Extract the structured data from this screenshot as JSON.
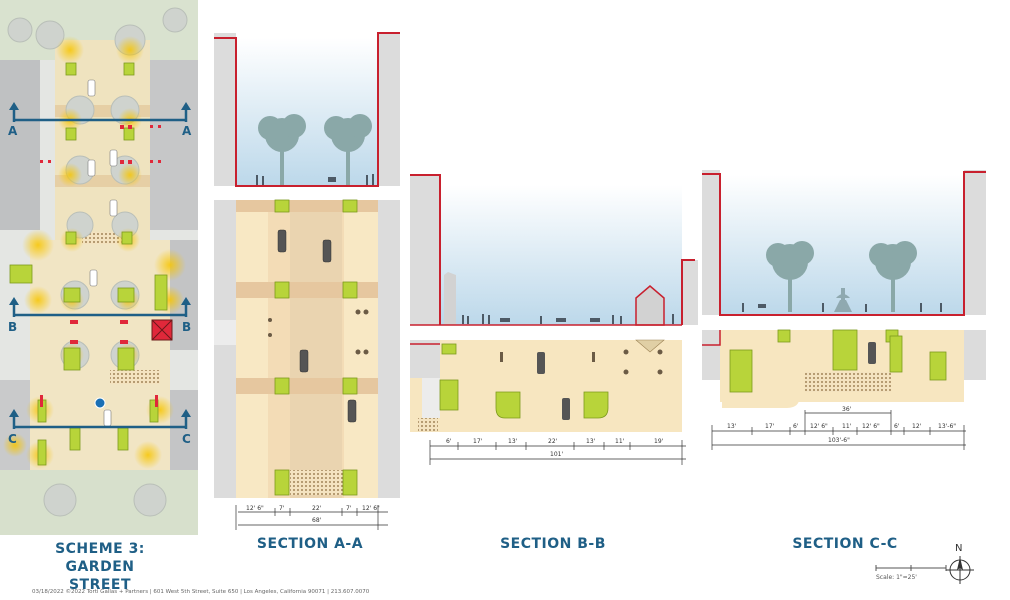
{
  "scheme_title": [
    "SCHEME 3:",
    "GARDEN",
    "STREET"
  ],
  "section_titles": {
    "a": "SECTION A-A",
    "b": "SECTION B-B",
    "c": "SECTION C-C"
  },
  "plan_markers": {
    "a": "A",
    "b": "B",
    "c": "C"
  },
  "dimensions": {
    "a": {
      "segments": [
        "12' 6\"",
        "7'",
        "22'",
        "7'",
        "12' 6\""
      ],
      "total": "68'"
    },
    "b": {
      "segments": [
        "6'",
        "17'",
        "13'",
        "22'",
        "13'",
        "11'",
        "19'"
      ],
      "total": "101'"
    },
    "c": {
      "inner": "36'",
      "segments": [
        "13'",
        "17'",
        "6'",
        "12' 6\"",
        "11'",
        "12' 6\"",
        "6'",
        "12'",
        "13'-6\""
      ],
      "total": "103'-6\""
    }
  },
  "scale_text": "Scale: 1\"=25'",
  "north_label": "N",
  "credit": "03/18/2022 ©2022 Torti Gallas + Partners | 601 West 5th Street, Suite 650  |  Los Angeles, California 90071 | 213.607.0070",
  "colors": {
    "accent": "#1f5f86",
    "wall_red": "#c8202e",
    "sky": "#cfe3f0",
    "paving": "#f6e6bf",
    "band": "#e3c29a",
    "planter": "#b8d43a",
    "tree": "#8aa8a8"
  }
}
